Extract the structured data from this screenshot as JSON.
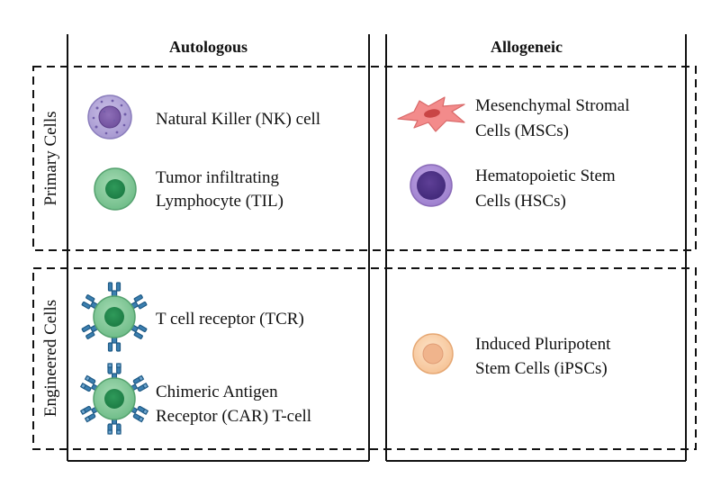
{
  "columns": {
    "left": "Autologous",
    "right": "Allogeneic"
  },
  "rows": {
    "top": "Primary Cells",
    "bottom": "Engineered Cells"
  },
  "cells": {
    "nk": [
      "Natural Killer (NK) cell"
    ],
    "til": [
      "Tumor infiltrating",
      "Lymphocyte (TIL)"
    ],
    "msc": [
      "Mesenchymal Stromal",
      "Cells (MSCs)"
    ],
    "hsc": [
      "Hematopoietic Stem",
      "Cells (HSCs)"
    ],
    "tcr": [
      "T cell receptor (TCR)"
    ],
    "car": [
      "Chimeric Antigen",
      "Receptor (CAR) T-cell"
    ],
    "ipsc": [
      "Induced Pluripotent",
      "Stem Cells (iPSCs)"
    ]
  },
  "icons": {
    "nk": "nk-cell-icon",
    "til": "til-cell-icon",
    "msc": "msc-cell-icon",
    "hsc": "hsc-cell-icon",
    "tcr": "tcr-cell-icon",
    "car": "car-t-cell-icon",
    "ipsc": "ipsc-cell-icon"
  },
  "colors": {
    "nk": "#a99bd2",
    "til": "#7cc694",
    "msc": "#f08a8a",
    "hsc": "#9d7fcc",
    "ipsc": "#f7c79a",
    "receptor": "#2e6f9e"
  }
}
